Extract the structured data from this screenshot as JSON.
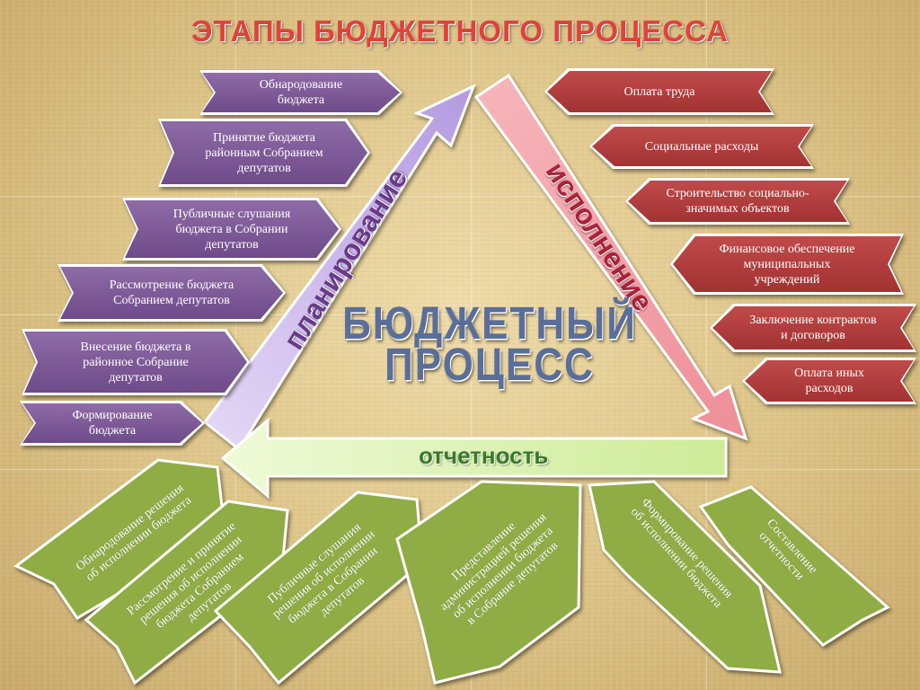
{
  "title": "ЭТАПЫ БЮДЖЕТНОГО ПРОЦЕССА",
  "center": {
    "line1": "БЮДЖЕТНЫЙ",
    "line2": "ПРОЦЕСС"
  },
  "arrows": {
    "planning": "планирование",
    "execution": "исполнение",
    "reporting": "отчетность"
  },
  "planning_steps": [
    {
      "lines": [
        "Обнародование",
        "бюджета"
      ]
    },
    {
      "lines": [
        "Принятие бюджета",
        "районным Собранием",
        "депутатов"
      ]
    },
    {
      "lines": [
        "Публичные слушания",
        "бюджета в Собрании",
        "депутатов"
      ]
    },
    {
      "lines": [
        "Рассмотрение бюджета",
        "Собранием депутатов"
      ]
    },
    {
      "lines": [
        "Внесение бюджета в",
        "районное Собрание",
        "депутатов"
      ]
    },
    {
      "lines": [
        "Формирование",
        "бюджета"
      ]
    }
  ],
  "execution_steps": [
    {
      "lines": [
        "Оплата труда"
      ]
    },
    {
      "lines": [
        "Социальные расходы"
      ]
    },
    {
      "lines": [
        "Строительство социально-",
        "значимых объектов"
      ]
    },
    {
      "lines": [
        "Финансовое обеспечение",
        "муниципальных",
        "учреждений"
      ]
    },
    {
      "lines": [
        "Заключение контрактов",
        "и договоров"
      ]
    },
    {
      "lines": [
        "Оплата иных",
        "расходов"
      ]
    }
  ],
  "reporting_steps": [
    {
      "lines": [
        "Обнародование решения",
        "об исполнении бюджета"
      ]
    },
    {
      "lines": [
        "Рассмотрение и принятие",
        "решения об исполнении",
        "бюджета Собранием",
        "депутатов"
      ]
    },
    {
      "lines": [
        "Публичные слушания",
        "решения об исполнении",
        "бюджета в Собрании",
        "депутатов"
      ]
    },
    {
      "lines": [
        "Представление",
        "администрацией решения",
        "об исполнении бюджета",
        "в Собрание депутатов"
      ]
    },
    {
      "lines": [
        "Формирование решения",
        "об исполнении бюджета"
      ]
    },
    {
      "lines": [
        "Составление",
        "отчетности"
      ]
    }
  ],
  "colors": {
    "title": "#e2413a",
    "planning_box": "#7b5896",
    "execution_box": "#a93838",
    "reporting_box": "#8aa83e",
    "planning_arrow": "#c6b0ea",
    "execution_arrow": "#f2a3aa",
    "reporting_arrow": "#d8f0a8"
  }
}
